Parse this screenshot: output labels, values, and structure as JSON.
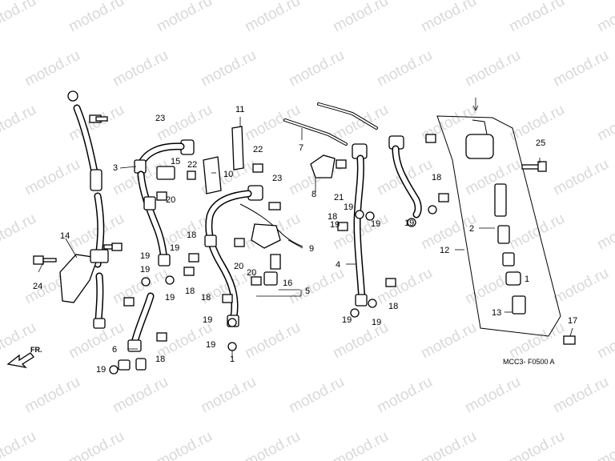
{
  "watermark": "motod.ru",
  "diagram_code": "MCC3- F0500 A",
  "fr_label": "FR.",
  "callouts": [
    {
      "id": "c1a",
      "text": "1"
    },
    {
      "id": "c1b",
      "text": "1"
    },
    {
      "id": "c2",
      "text": "2"
    },
    {
      "id": "c3",
      "text": "3"
    },
    {
      "id": "c4",
      "text": "4"
    },
    {
      "id": "c5",
      "text": "5"
    },
    {
      "id": "c6",
      "text": "6"
    },
    {
      "id": "c7",
      "text": "7"
    },
    {
      "id": "c8",
      "text": "8"
    },
    {
      "id": "c9",
      "text": "9"
    },
    {
      "id": "c10",
      "text": "10"
    },
    {
      "id": "c11",
      "text": "11"
    },
    {
      "id": "c12",
      "text": "12"
    },
    {
      "id": "c13",
      "text": "13"
    },
    {
      "id": "c14",
      "text": "14"
    },
    {
      "id": "c15",
      "text": "15"
    },
    {
      "id": "c16",
      "text": "16"
    },
    {
      "id": "c17",
      "text": "17"
    },
    {
      "id": "c18a",
      "text": "18"
    },
    {
      "id": "c18b",
      "text": "18"
    },
    {
      "id": "c18c",
      "text": "18"
    },
    {
      "id": "c18d",
      "text": "18"
    },
    {
      "id": "c18e",
      "text": "18"
    },
    {
      "id": "c18f",
      "text": "18"
    },
    {
      "id": "c18g",
      "text": "18"
    },
    {
      "id": "c19a",
      "text": "19"
    },
    {
      "id": "c19b",
      "text": "19"
    },
    {
      "id": "c19c",
      "text": "19"
    },
    {
      "id": "c19d",
      "text": "19"
    },
    {
      "id": "c19e",
      "text": "19"
    },
    {
      "id": "c19f",
      "text": "19"
    },
    {
      "id": "c19g",
      "text": "19"
    },
    {
      "id": "c19h",
      "text": "19"
    },
    {
      "id": "c19i",
      "text": "19"
    },
    {
      "id": "c19j",
      "text": "19"
    },
    {
      "id": "c19k",
      "text": "19"
    },
    {
      "id": "c19l",
      "text": "19"
    },
    {
      "id": "c19m",
      "text": "19"
    },
    {
      "id": "c20a",
      "text": "20"
    },
    {
      "id": "c20b",
      "text": "20"
    },
    {
      "id": "c20c",
      "text": "20"
    },
    {
      "id": "c21",
      "text": "21"
    },
    {
      "id": "c22a",
      "text": "22"
    },
    {
      "id": "c22b",
      "text": "22"
    },
    {
      "id": "c23a",
      "text": "23"
    },
    {
      "id": "c23b",
      "text": "23"
    },
    {
      "id": "c24",
      "text": "24"
    },
    {
      "id": "c25",
      "text": "25"
    }
  ]
}
